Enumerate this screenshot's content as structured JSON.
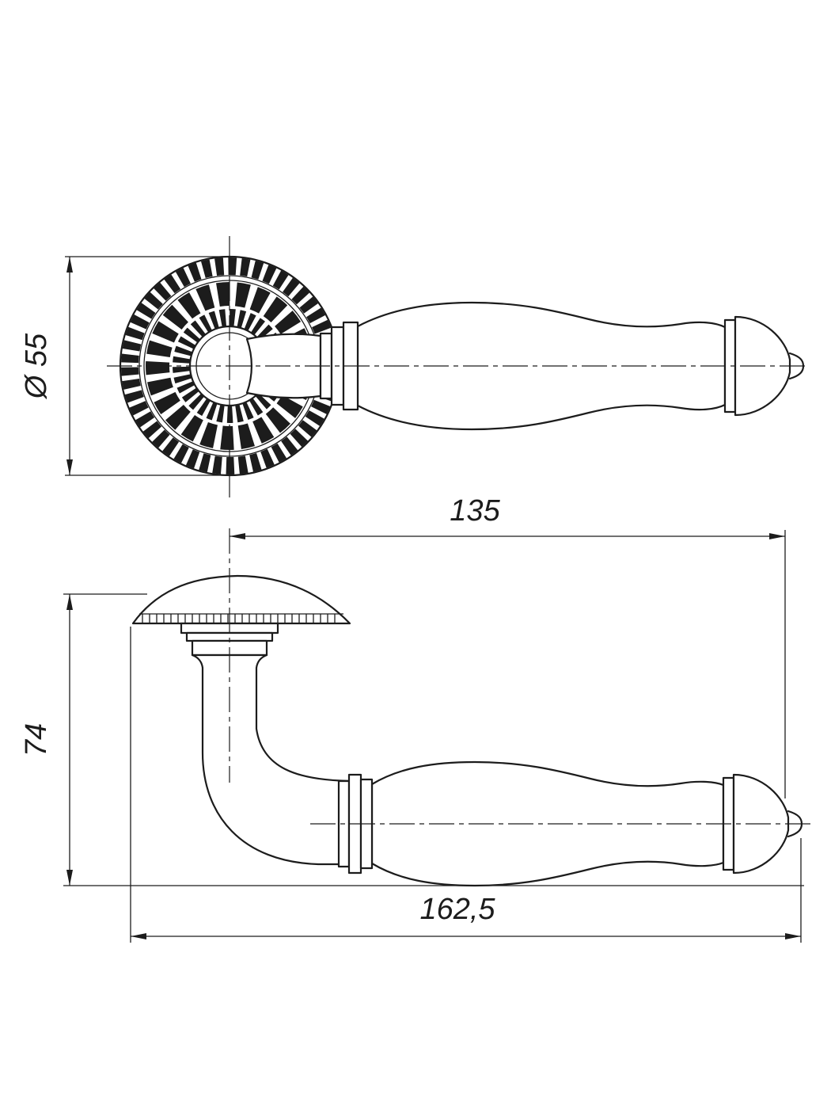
{
  "sheet": {
    "background_color": "#ffffff",
    "line_color": "#1c1c1c"
  },
  "dimensions": {
    "rosette_diameter": "Ø 55",
    "length_to_axis": "135",
    "height_projection": "74",
    "overall_length": "162,5"
  }
}
